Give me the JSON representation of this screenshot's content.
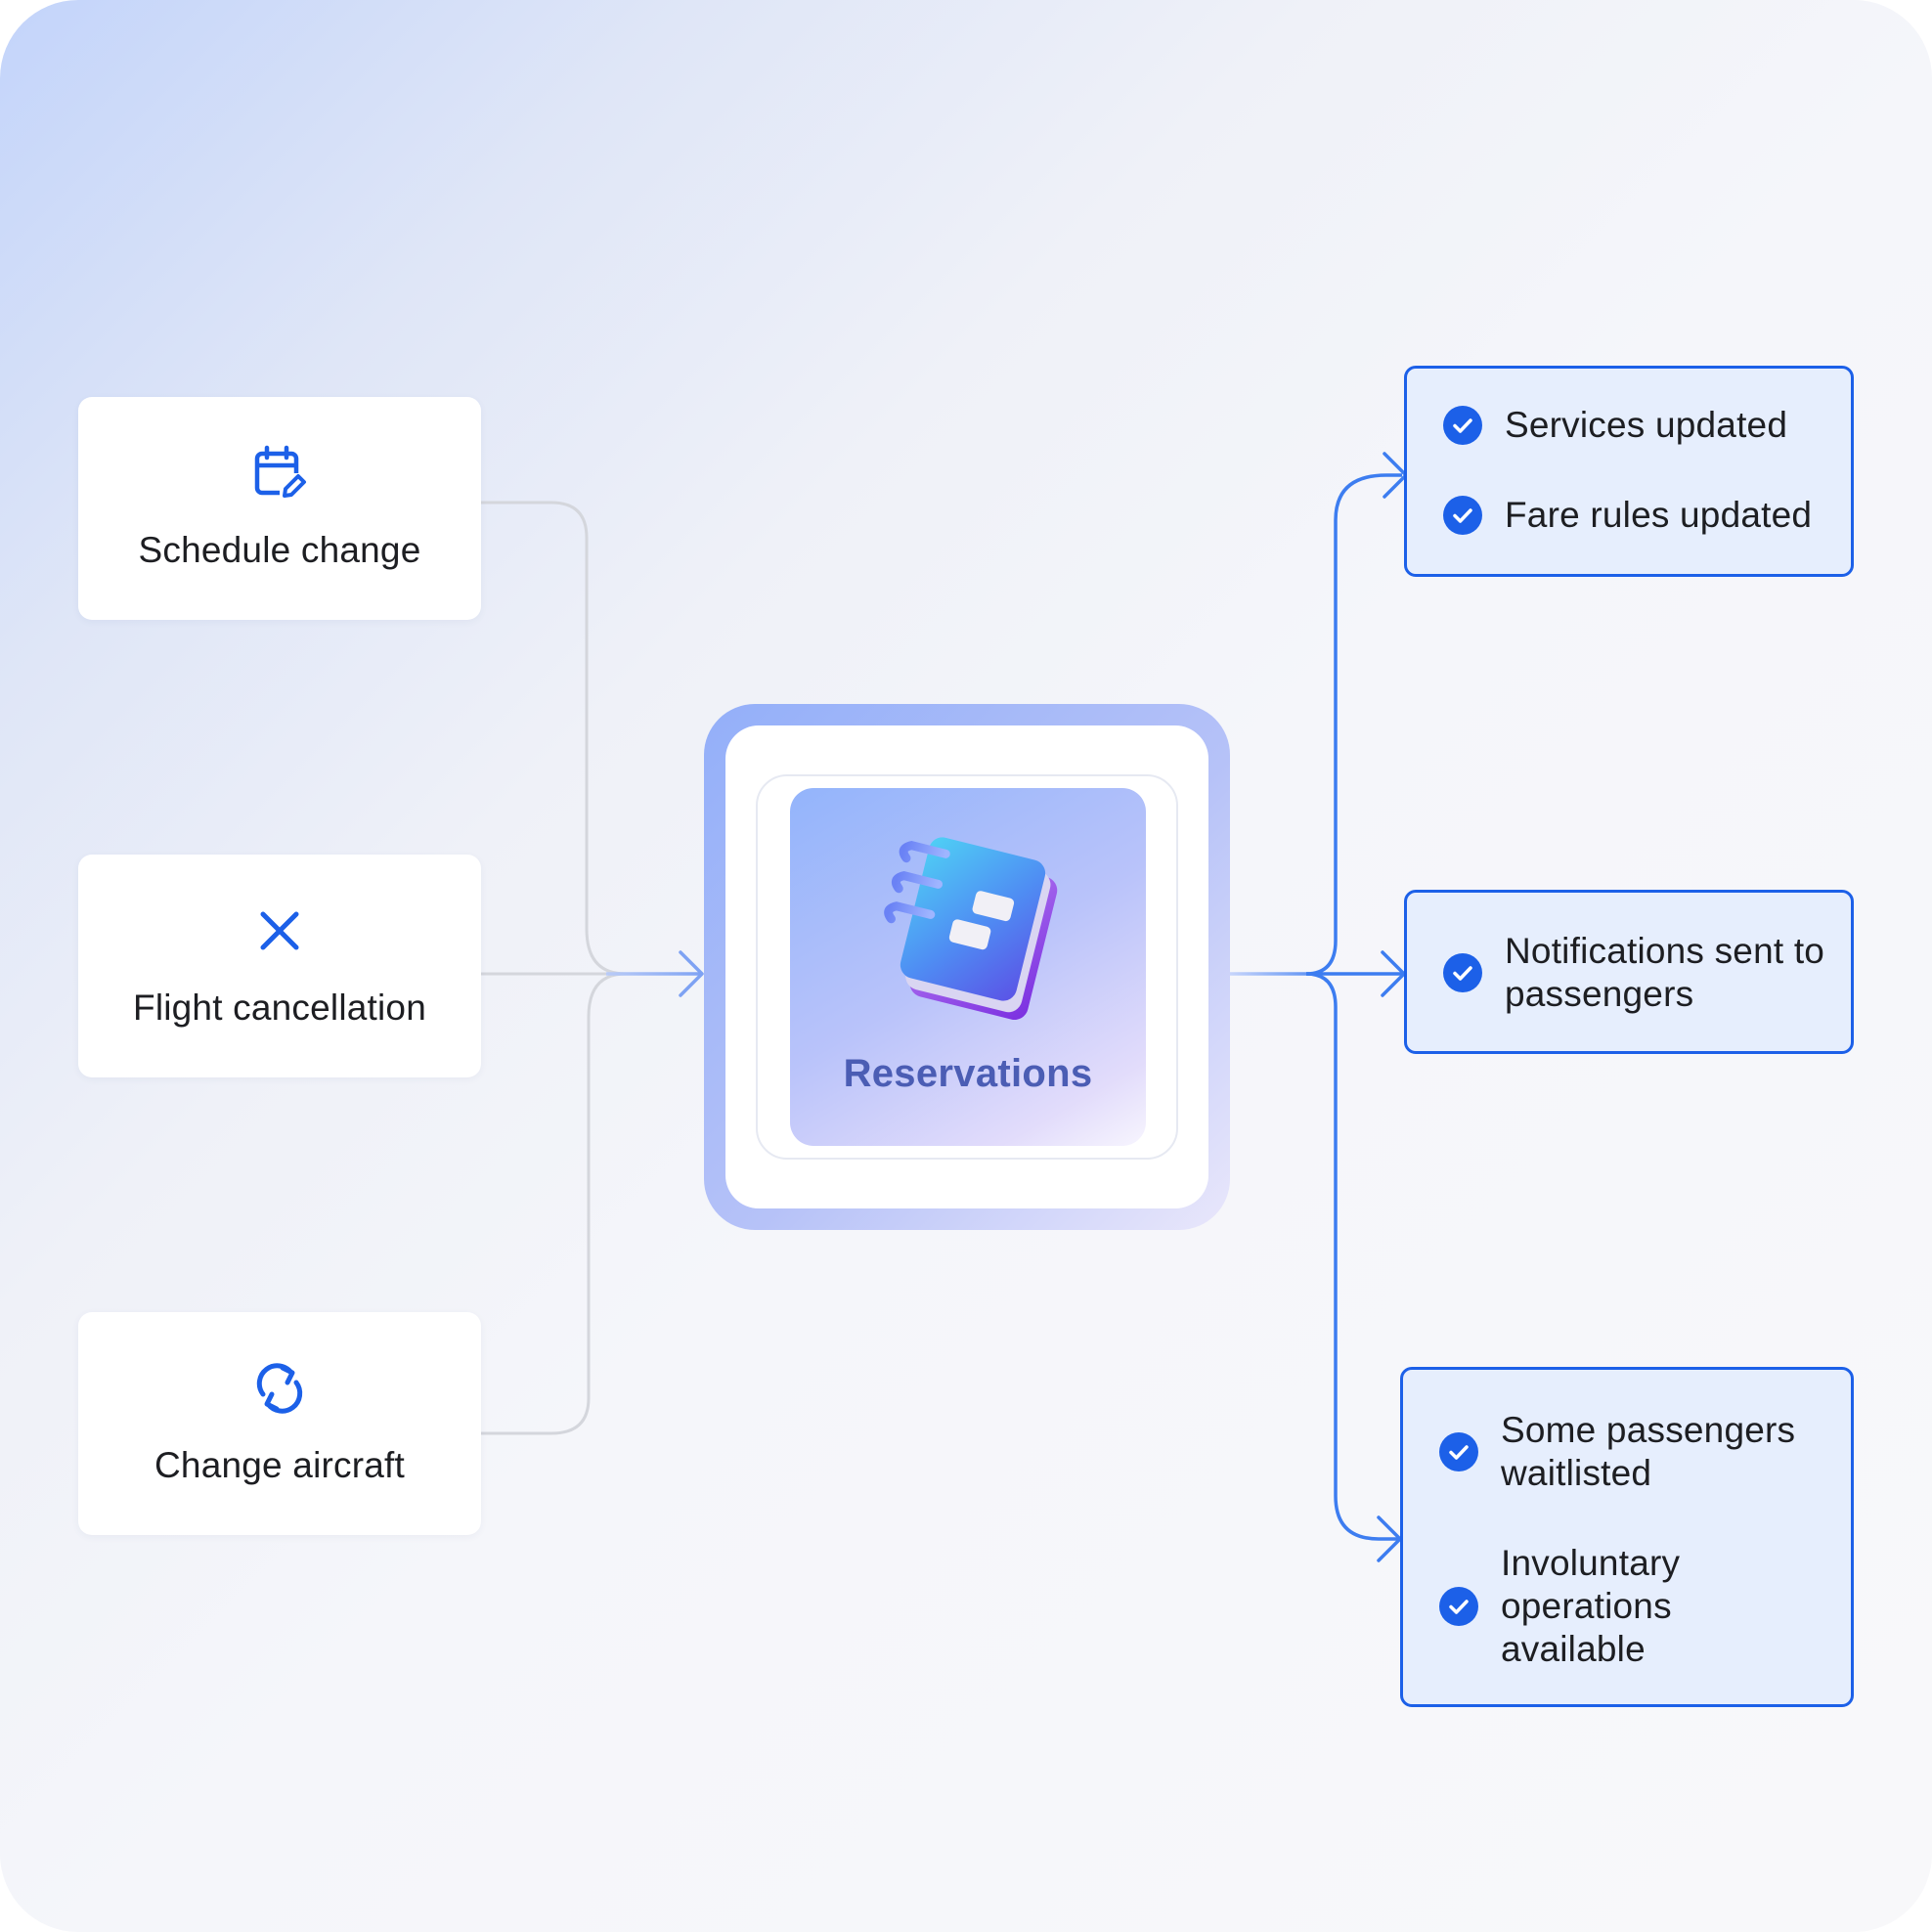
{
  "colors": {
    "accent": "#1c60e8",
    "connector_gray": "#d4d6dc",
    "connector_blue": "#3d7df0",
    "hub_label": "#4b5db4",
    "result_fill": "#e6eefd"
  },
  "triggers": [
    {
      "label": "Schedule change",
      "icon": "calendar-edit-icon"
    },
    {
      "label": "Flight cancellation",
      "icon": "close-x-icon"
    },
    {
      "label": "Change aircraft",
      "icon": "refresh-cycle-icon"
    }
  ],
  "hub": {
    "label": "Reservations",
    "icon": "notebook-3d-icon"
  },
  "results": [
    {
      "items": [
        {
          "text": "Services updated"
        },
        {
          "text": "Fare rules updated"
        }
      ]
    },
    {
      "items": [
        {
          "text": "Notifications sent to passengers"
        }
      ]
    },
    {
      "items": [
        {
          "text": "Some passengers waitlisted"
        },
        {
          "text": "Involuntary operations available"
        }
      ]
    }
  ],
  "check_icon": "check-circle-icon"
}
